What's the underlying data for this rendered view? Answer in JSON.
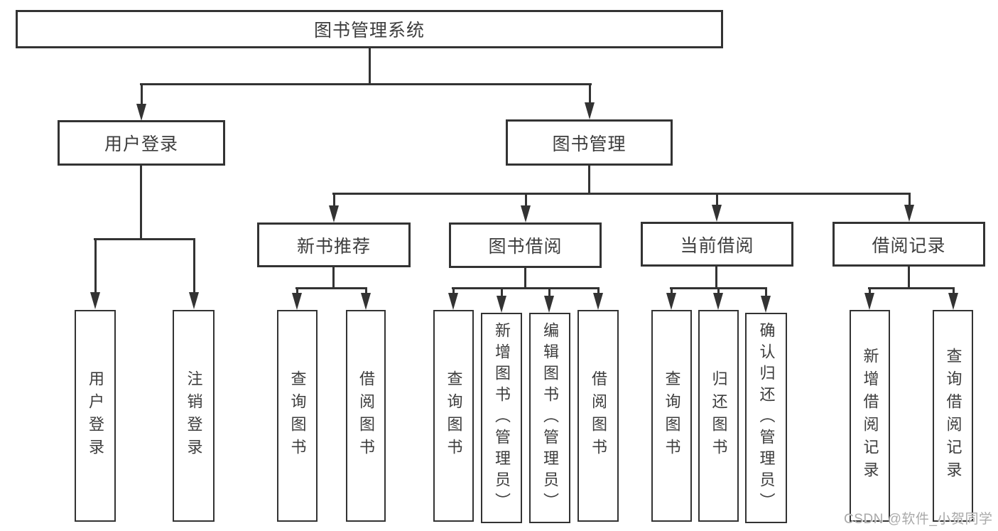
{
  "diagram_title": "图书管理系统",
  "colors": {
    "background": "#ffffff",
    "line": "#333333",
    "text": "#3d3d3d",
    "watermark_text": "#a9a9a9"
  },
  "tree": {
    "label": "图书管理系统",
    "children": [
      {
        "label": "用户登录",
        "children": [
          {
            "label": "用户登录"
          },
          {
            "label": "注销登录"
          }
        ]
      },
      {
        "label": "图书管理",
        "children": [
          {
            "label": "新书推荐",
            "children": [
              {
                "label": "查询图书"
              },
              {
                "label": "借阅图书"
              }
            ]
          },
          {
            "label": "图书借阅",
            "children": [
              {
                "label": "查询图书"
              },
              {
                "label": "新增图书（管理员）"
              },
              {
                "label": "编辑图书（管理员）"
              },
              {
                "label": "借阅图书"
              }
            ]
          },
          {
            "label": "当前借阅",
            "children": [
              {
                "label": "查询图书"
              },
              {
                "label": "归还图书"
              },
              {
                "label": "确认归还（管理员）"
              }
            ]
          },
          {
            "label": "借阅记录",
            "children": [
              {
                "label": "新增借阅记录"
              },
              {
                "label": "查询借阅记录"
              }
            ]
          }
        ]
      }
    ]
  },
  "watermark": "CSDN @软件_小贺同学"
}
